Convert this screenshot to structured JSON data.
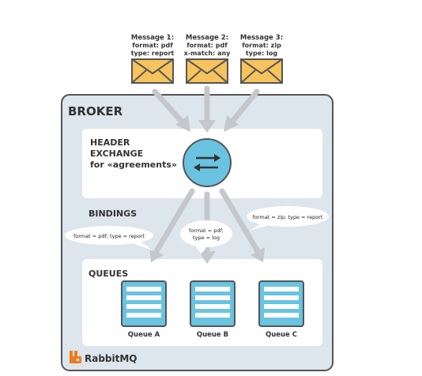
{
  "messages": [
    {
      "title": "Message 1:",
      "line1": "format: pdf",
      "line2": "type: report"
    },
    {
      "title": "Message 2:",
      "line1": "format: pdf",
      "line2": "x-match: any"
    },
    {
      "title": "Message 3:",
      "line1": "format: zip",
      "line2": "type: log"
    }
  ],
  "broker": {
    "title": "BROKER"
  },
  "exchange": {
    "line1": "HEADER",
    "line2": "EXCHANGE",
    "line3": "for «agreements»"
  },
  "bindings": {
    "title": "BINDINGS",
    "items": [
      {
        "line1": "format = pdf; type = report",
        "line2": ""
      },
      {
        "line1": "format = pdf;",
        "line2": "type = log"
      },
      {
        "line1": "format = zip; type = report",
        "line2": ""
      }
    ]
  },
  "queues": {
    "title": "QUEUES",
    "items": [
      {
        "label": "Queue A"
      },
      {
        "label": "Queue B"
      },
      {
        "label": "Queue C"
      }
    ]
  },
  "logo": {
    "text": "RabbitMQ"
  },
  "colors": {
    "broker_bg": "#dde6ec",
    "broker_border": "#555555",
    "panel": "#ffffff",
    "envelope": "#f7c35c",
    "envelope_stroke": "#555555",
    "exchange": "#69c3e1",
    "arrow": "#c4c8cc",
    "queue_fill": "#69c3e1",
    "logo": "#f07b1b"
  }
}
